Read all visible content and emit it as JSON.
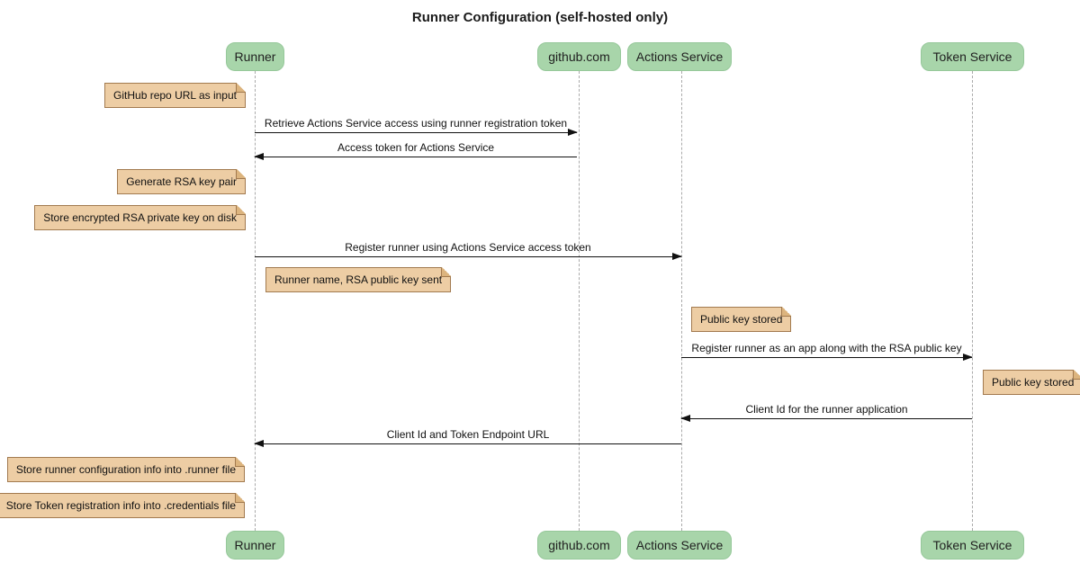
{
  "title": "Runner Configuration (self-hosted only)",
  "diagram_type": "sequence",
  "participants": [
    {
      "name": "Runner"
    },
    {
      "name": "github.com"
    },
    {
      "name": "Actions Service"
    },
    {
      "name": "Token Service"
    }
  ],
  "messages": [
    {
      "from": "Runner",
      "to": "github.com",
      "label": "Retrieve Actions Service access using runner registration token"
    },
    {
      "from": "github.com",
      "to": "Runner",
      "label": "Access token for Actions Service"
    },
    {
      "from": "Runner",
      "to": "Actions Service",
      "label": "Register runner using Actions Service access token"
    },
    {
      "from": "Actions Service",
      "to": "Token Service",
      "label": "Register runner as an app along with the RSA public key"
    },
    {
      "from": "Token Service",
      "to": "Actions Service",
      "label": "Client Id for the runner application"
    },
    {
      "from": "Actions Service",
      "to": "Runner",
      "label": "Client Id and Token Endpoint URL"
    }
  ],
  "notes": [
    {
      "label": "GitHub repo URL as input",
      "position": "left of Runner"
    },
    {
      "label": "Generate RSA key pair",
      "position": "left of Runner"
    },
    {
      "label": "Store encrypted RSA private key on disk",
      "position": "left of Runner"
    },
    {
      "label": "Runner name, RSA public key sent",
      "position": "right of Runner"
    },
    {
      "label": "Public key stored",
      "position": "right of Actions Service"
    },
    {
      "label": "Public key stored",
      "position": "right of Token Service"
    },
    {
      "label": "Store runner configuration info into .runner file",
      "position": "left of Runner"
    },
    {
      "label": "Store Token registration info into .credentials file",
      "position": "left of Runner"
    }
  ],
  "colors": {
    "participant_fill": "#a8d5aa",
    "participant_border": "#96c89a",
    "note_fill": "#edcda4",
    "note_border": "#a27a4f",
    "fold_fill": "#dcb47e",
    "lifeline_color": "#aaaaaa",
    "arrow_color": "#111111"
  }
}
